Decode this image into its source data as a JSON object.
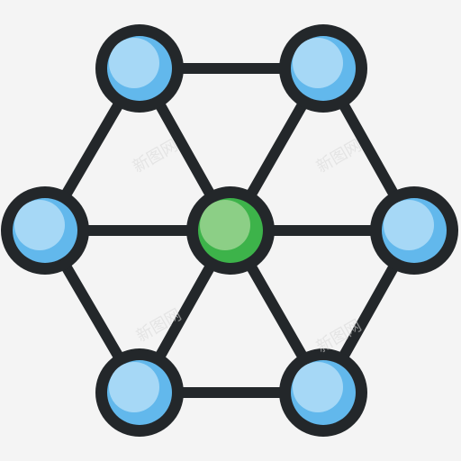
{
  "icon": {
    "name": "network-hexagon-icon",
    "colors": {
      "stroke": "#23272a",
      "outer_node_fill": "#62b8ec",
      "outer_node_highlight": "#a6d8f6",
      "center_node_fill": "#3db34a",
      "center_node_highlight": "#8ccf86",
      "background": "#f4f4f4"
    },
    "nodes": [
      {
        "id": "top-left",
        "kind": "outer"
      },
      {
        "id": "top-right",
        "kind": "outer"
      },
      {
        "id": "left",
        "kind": "outer"
      },
      {
        "id": "center",
        "kind": "center"
      },
      {
        "id": "right",
        "kind": "outer"
      },
      {
        "id": "bottom-left",
        "kind": "outer"
      },
      {
        "id": "bottom-right",
        "kind": "outer"
      }
    ],
    "edges": [
      [
        "top-left",
        "top-right"
      ],
      [
        "top-right",
        "right"
      ],
      [
        "right",
        "bottom-right"
      ],
      [
        "bottom-right",
        "bottom-left"
      ],
      [
        "bottom-left",
        "left"
      ],
      [
        "left",
        "top-left"
      ],
      [
        "center",
        "top-left"
      ],
      [
        "center",
        "top-right"
      ],
      [
        "center",
        "left"
      ],
      [
        "center",
        "right"
      ],
      [
        "center",
        "bottom-left"
      ],
      [
        "center",
        "bottom-right"
      ]
    ]
  },
  "watermark": {
    "text": "新图网"
  }
}
